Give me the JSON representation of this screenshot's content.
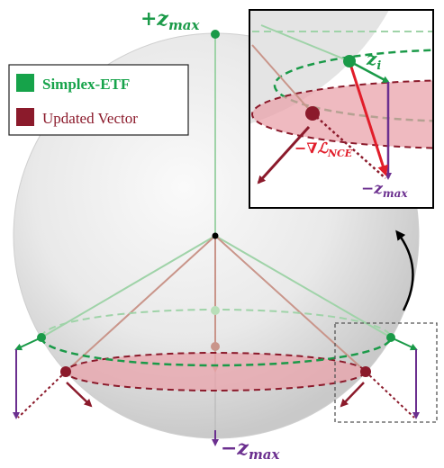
{
  "labels": {
    "top_axis": "+z",
    "top_axis_sub": "max",
    "bottom_axis": "−z",
    "bottom_axis_sub": "max",
    "inset_zi": "z",
    "inset_zi_sub": "i",
    "inset_grad": "−∇ℒ",
    "inset_grad_sub": "NCE",
    "inset_neg": "−z",
    "inset_neg_sub": "max"
  },
  "legend": {
    "items": [
      {
        "label": "Simplex-ETF",
        "color": "#16a34a",
        "bold": true
      },
      {
        "label": "Updated Vector",
        "color": "#8b1a2b",
        "bold": false
      }
    ]
  },
  "colors": {
    "green": "#1a9a48",
    "maroon": "#8b1a2b",
    "purple": "#6b2f8f",
    "red": "#e11d2a",
    "disk": "#e9a3ab"
  }
}
